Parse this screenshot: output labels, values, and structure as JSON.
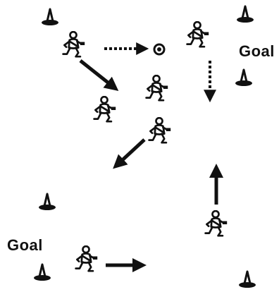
{
  "colors": {
    "ink": "#111111",
    "background": "#ffffff"
  },
  "goal_labels": {
    "right": "Goal",
    "left": "Goal"
  },
  "cones": {
    "icon": "cone-icon",
    "count": 6
  },
  "players": {
    "icon": "player-icon",
    "count": 7
  },
  "ball": {
    "icon": "ball-icon"
  },
  "arrows": {
    "solid": 4,
    "dotted": 2
  }
}
